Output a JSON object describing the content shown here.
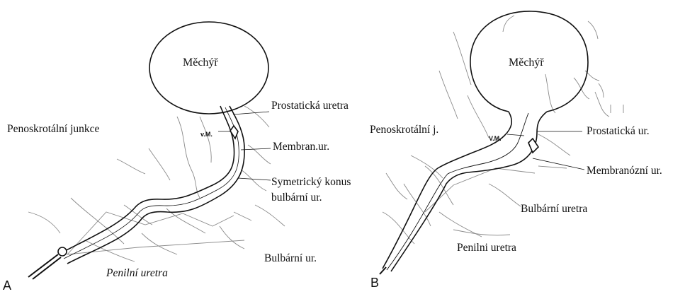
{
  "panel_a": {
    "letter": "A",
    "bladder": "Měchýř",
    "vm": "v.M.",
    "labels": {
      "penoscrotal": "Penoskrotální junkce",
      "prostatic": "Prostatická uretra",
      "membranous": "Membran.ur.",
      "cone_line1": "Symetrický konus",
      "cone_line2": "bulbární ur.",
      "bulbar": "Bulbární  ur.",
      "penile": "Penilní uretra"
    }
  },
  "panel_b": {
    "letter": "B",
    "bladder": "Měchýř",
    "vm": "V.M.",
    "labels": {
      "penoscrotal": "Penoskrotální  j.",
      "prostatic": "Prostatická ur.",
      "membranous": "Membranózní ur.",
      "bulbar": "Bulbární uretra",
      "penile": "Penilni uretra"
    }
  },
  "colors": {
    "ink": "#111111",
    "faint": "#8a8a8a",
    "background": "#ffffff"
  }
}
